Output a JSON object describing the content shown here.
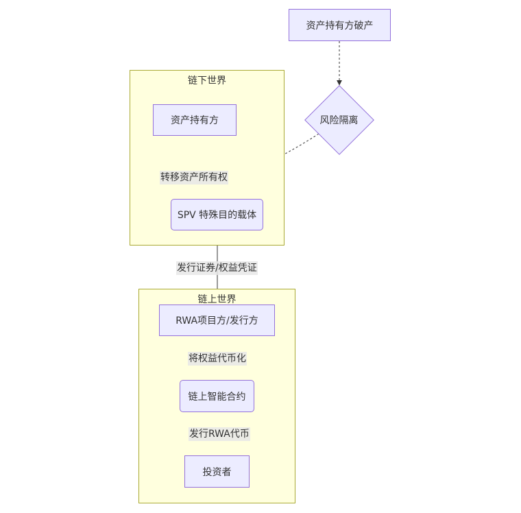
{
  "clusters": {
    "offchain": {
      "title": "链下世界"
    },
    "onchain": {
      "title": "链上世界"
    }
  },
  "nodes": {
    "bankruptcy": "资产持有方破产",
    "isolation": "风险隔离",
    "holder": "资产持有方",
    "spv": "SPV 特殊目的载体",
    "issuer": "RWA项目方/发行方",
    "contract": "链上智能合约",
    "investor": "投资者"
  },
  "edges": {
    "holder_spv": "转移资产所有权",
    "spv_issuer": "发行证券/权益凭证",
    "issuer_contract": "将权益代币化",
    "contract_investor": "发行RWA代币"
  },
  "colors": {
    "node_fill": "#ececff",
    "node_border": "#9370db",
    "cluster_fill": "#ffffde",
    "cluster_border": "#aaaa33",
    "edge": "#333333",
    "edge_label_bg": "#e8e8e8"
  }
}
